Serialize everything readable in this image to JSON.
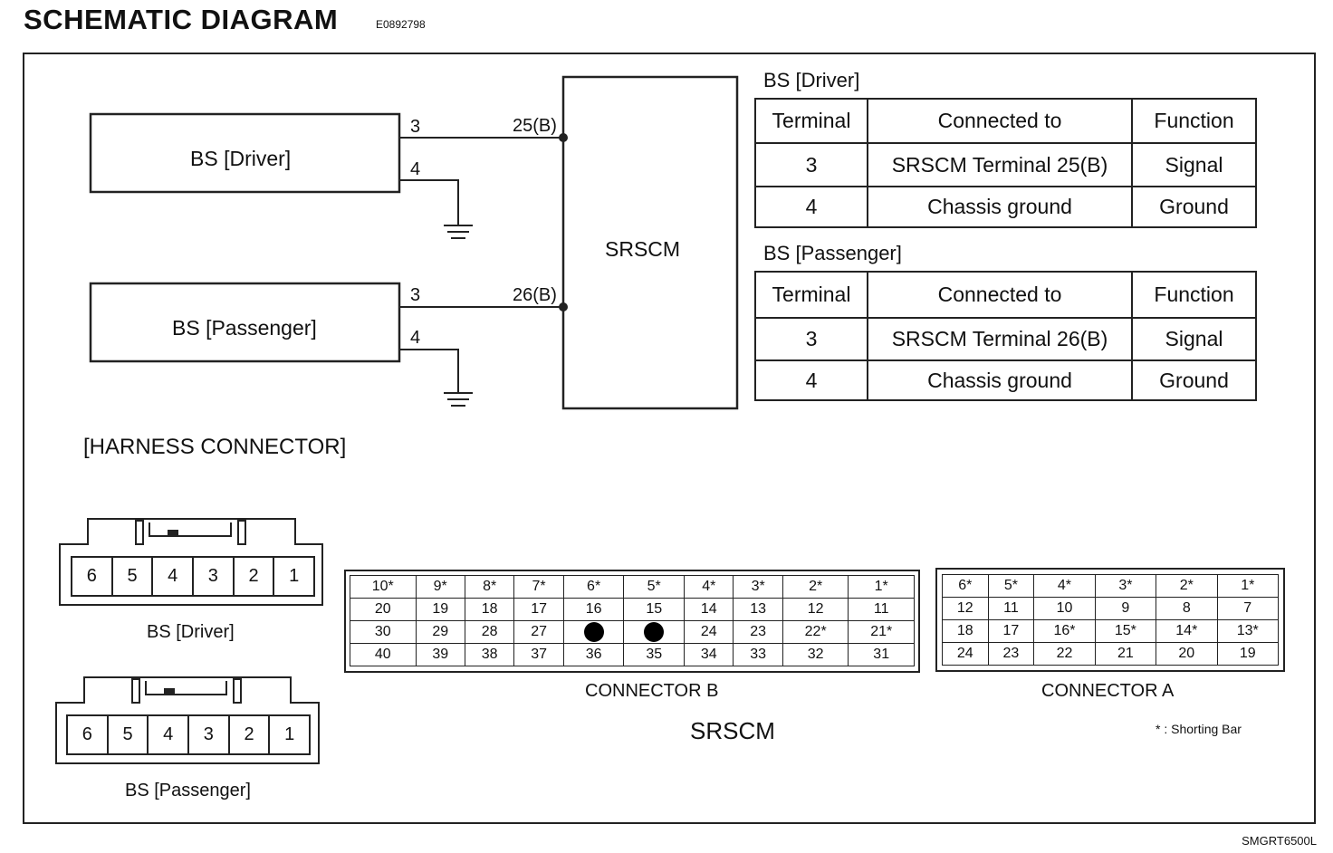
{
  "header": {
    "title": "SCHEMATIC  DIAGRAM",
    "code": "E0892798"
  },
  "footer_ref": "SMGRT6500L",
  "schematic": {
    "driver_box": "BS [Driver]",
    "passenger_box": "BS [Passenger]",
    "srscm_box": "SRSCM",
    "driver_pin_a": "3",
    "driver_pin_b": "4",
    "passenger_pin_a": "3",
    "passenger_pin_b": "4",
    "srscm_pin_driver": "25(B)",
    "srscm_pin_passenger": "26(B)"
  },
  "driver_table": {
    "caption": "BS [Driver]",
    "headers": [
      "Terminal",
      "Connected to",
      "Function"
    ],
    "rows": [
      [
        "3",
        "SRSCM Terminal 25(B)",
        "Signal"
      ],
      [
        "4",
        "Chassis ground",
        "Ground"
      ]
    ]
  },
  "passenger_table": {
    "caption": "BS [Passenger]",
    "headers": [
      "Terminal",
      "Connected to",
      "Function"
    ],
    "rows": [
      [
        "3",
        "SRSCM Terminal 26(B)",
        "Signal"
      ],
      [
        "4",
        "Chassis ground",
        "Ground"
      ]
    ]
  },
  "harness": {
    "title": "[HARNESS CONNECTOR]",
    "driver_pins": [
      "6",
      "5",
      "4",
      "3",
      "2",
      "1"
    ],
    "driver_label": "BS [Driver]",
    "passenger_pins": [
      "6",
      "5",
      "4",
      "3",
      "2",
      "1"
    ],
    "passenger_label": "BS [Passenger]",
    "connector_b": {
      "label": "CONNECTOR B",
      "rows": [
        [
          "10*",
          "9*",
          "8*",
          "7*",
          "6*",
          "5*",
          "4*",
          "3*",
          "2*",
          "1*"
        ],
        [
          "20",
          "19",
          "18",
          "17",
          "16",
          "15",
          "14",
          "13",
          "12",
          "11"
        ],
        [
          "30",
          "29",
          "28",
          "27",
          "",
          "",
          "24",
          "23",
          "22*",
          "21*"
        ],
        [
          "40",
          "39",
          "38",
          "37",
          "36",
          "35",
          "34",
          "33",
          "32",
          "31"
        ]
      ]
    },
    "connector_a": {
      "label": "CONNECTOR A",
      "rows": [
        [
          "6*",
          "5*",
          "4*",
          "3*",
          "2*",
          "1*"
        ],
        [
          "12",
          "11",
          "10",
          "9",
          "8",
          "7"
        ],
        [
          "18",
          "17",
          "16*",
          "15*",
          "14*",
          "13*"
        ],
        [
          "24",
          "23",
          "22",
          "21",
          "20",
          "19"
        ]
      ]
    },
    "srscm_label": "SRSCM",
    "shorting_note": "* : Shorting Bar"
  }
}
